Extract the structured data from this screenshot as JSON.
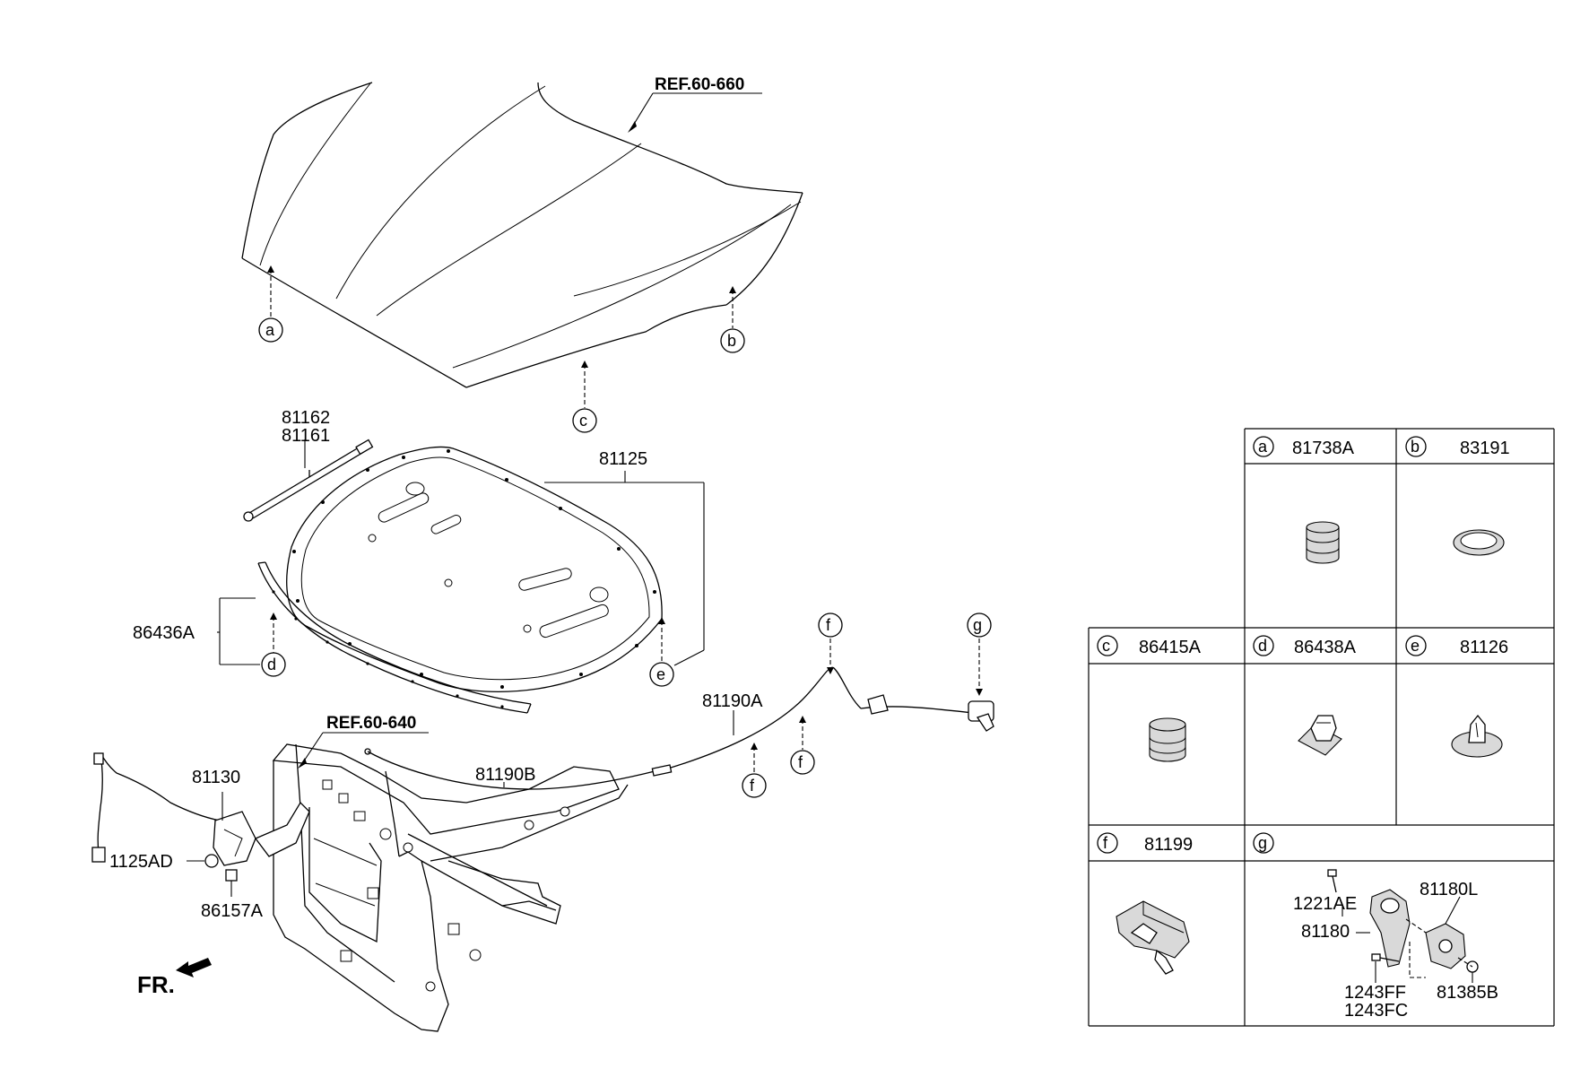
{
  "diagram": {
    "ref_hood": "REF.60-660",
    "ref_frame": "REF.60-640",
    "front_indicator": "FR.",
    "parts": {
      "p81162": "81162",
      "p81161": "81161",
      "p81125": "81125",
      "p86436A": "86436A",
      "p81190A": "81190A",
      "p81190B": "81190B",
      "p81130": "81130",
      "p1125AD": "1125AD",
      "p86157A": "86157A"
    },
    "callouts": {
      "a": "a",
      "b": "b",
      "c": "c",
      "d": "d",
      "e": "e",
      "f": "f",
      "g": "g"
    }
  },
  "legend": {
    "cells": {
      "a": {
        "letter": "a",
        "part": "81738A"
      },
      "b": {
        "letter": "b",
        "part": "83191"
      },
      "c": {
        "letter": "c",
        "part": "86415A"
      },
      "d": {
        "letter": "d",
        "part": "86438A"
      },
      "e": {
        "letter": "e",
        "part": "81126"
      },
      "f": {
        "letter": "f",
        "part": "81199"
      },
      "g": {
        "letter": "g",
        "part": ""
      }
    },
    "g_parts": {
      "p1221AE": "1221AE",
      "p81180": "81180",
      "p81180L": "81180L",
      "p1243FF": "1243FF",
      "p1243FC": "1243FC",
      "p81385B": "81385B"
    }
  }
}
